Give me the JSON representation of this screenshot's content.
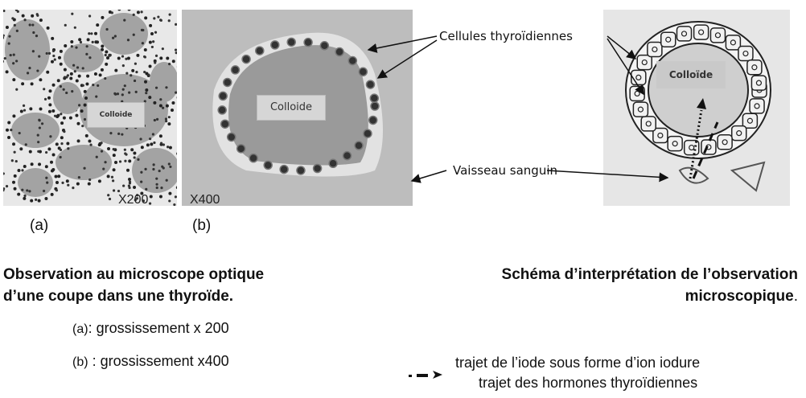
{
  "panels": {
    "a": {
      "label": "(a)",
      "tag": "Colloide",
      "magnification": "X200"
    },
    "b": {
      "label": "(b)",
      "tag": "Colloide",
      "magnification": "X400"
    },
    "schema": {
      "tag": "Colloïde"
    }
  },
  "callouts": {
    "cells": "Cellules thyroïdiennes",
    "vessel": "Vaisseau sanguin"
  },
  "left_caption": {
    "title_line1": "Observation au microscope optique",
    "title_line2": "d’une coupe dans une thyroïde.",
    "items": [
      {
        "key": "(a)",
        "text": ": grossissement x 200"
      },
      {
        "key": "(b)",
        "text": " : grossissement x400"
      }
    ]
  },
  "right_caption": {
    "title_line1": "Schéma d’interprétation de l’observation",
    "title_line2": "microscopique",
    "title_end": ".",
    "legend": [
      {
        "icon": "dotted-arrow-icon",
        "text": "trajet de l’iode sous forme d’ion iodure"
      },
      {
        "icon": "dashed-arrow-icon",
        "text": "trajet des hormones thyroïdiennes"
      }
    ]
  }
}
